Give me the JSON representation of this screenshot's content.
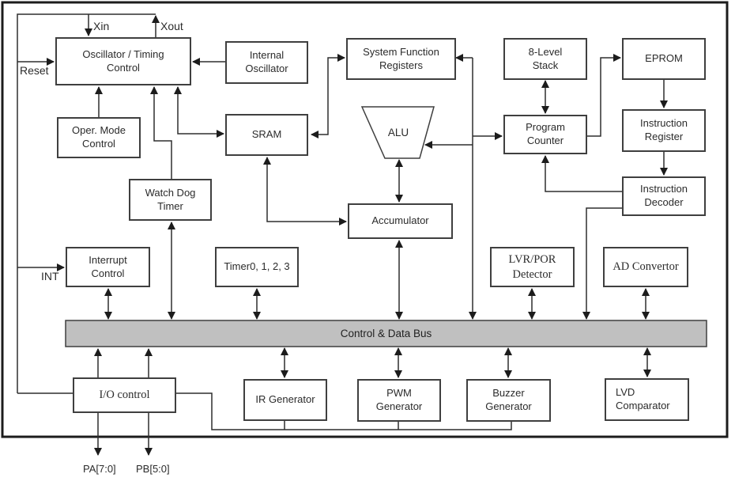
{
  "diagram": {
    "blocks": {
      "oscillator": {
        "label": "Oscillator / Timing\nControl"
      },
      "internal_oscillator": {
        "label": "Internal\nOscillator"
      },
      "system_function_registers": {
        "label": "System Function\nRegisters"
      },
      "stack": {
        "label": "8-Level\nStack"
      },
      "eprom": {
        "label": "EPROM"
      },
      "oper_mode_control": {
        "label": "Oper. Mode\nControl"
      },
      "sram": {
        "label": "SRAM"
      },
      "alu": {
        "label": "ALU"
      },
      "program_counter": {
        "label": "Program\nCounter"
      },
      "instruction_register": {
        "label": "Instruction\nRegister"
      },
      "watch_dog_timer": {
        "label": "Watch Dog\nTimer"
      },
      "accumulator": {
        "label": "Accumulator"
      },
      "instruction_decoder": {
        "label": "Instruction\nDecoder"
      },
      "interrupt_control": {
        "label": "Interrupt\nControl"
      },
      "timers": {
        "label": "Timer0, 1, 2, 3"
      },
      "lvr_por_detector": {
        "label": "LVR/POR\nDetector"
      },
      "ad_convertor": {
        "label": "AD Convertor"
      },
      "io_control": {
        "label": "I/O control"
      },
      "ir_generator": {
        "label": "IR Generator"
      },
      "pwm_generator": {
        "label": "PWM\nGenerator"
      },
      "buzzer_generator": {
        "label": "Buzzer\nGenerator"
      },
      "lvd_comparator": {
        "label": "LVD\nComparator"
      }
    },
    "bus": {
      "label": "Control & Data Bus"
    },
    "pins": {
      "xin": "Xin",
      "xout": "Xout",
      "reset": "Reset",
      "int": "INT",
      "pa": "PA[7:0]",
      "pb": "PB[5:0]"
    },
    "colors": {
      "bus_fill": "#c0c0c0",
      "line": "#3a3a3a",
      "background": "#ffffff"
    }
  }
}
